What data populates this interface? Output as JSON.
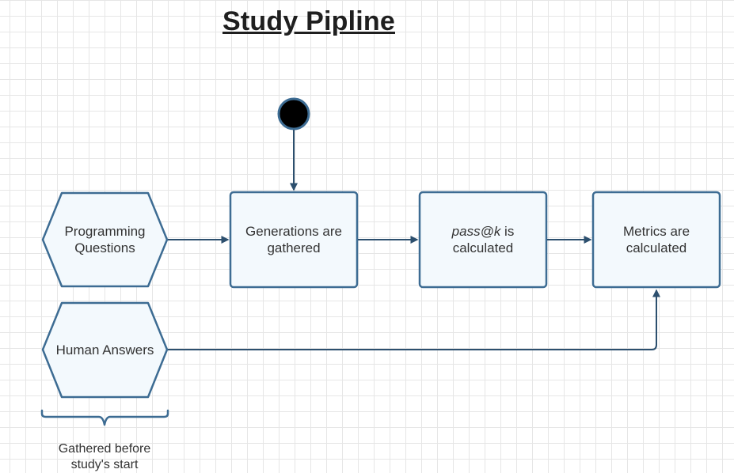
{
  "title": "Study Pipline",
  "nodes": {
    "programming_questions": {
      "shape": "hexagon",
      "line1": "Programming",
      "line2": "Questions"
    },
    "human_answers": {
      "shape": "hexagon",
      "line1": "Human Answers"
    },
    "generations": {
      "shape": "rounded-rect",
      "line1": "Generations are",
      "line2": "gathered"
    },
    "passk": {
      "shape": "rounded-rect",
      "line1_italic": "pass@k",
      "line1_rest": " is",
      "line2": "calculated"
    },
    "metrics": {
      "shape": "rounded-rect",
      "line1": "Metrics are",
      "line2": "calculated"
    }
  },
  "brace_caption": {
    "line1": "Gathered before",
    "line2": "study's start"
  },
  "colors": {
    "stroke": "#3d6c93",
    "fill": "#f3f9fd",
    "arrow": "#2c4f6e",
    "start_node": "#000000",
    "text": "#333333"
  }
}
